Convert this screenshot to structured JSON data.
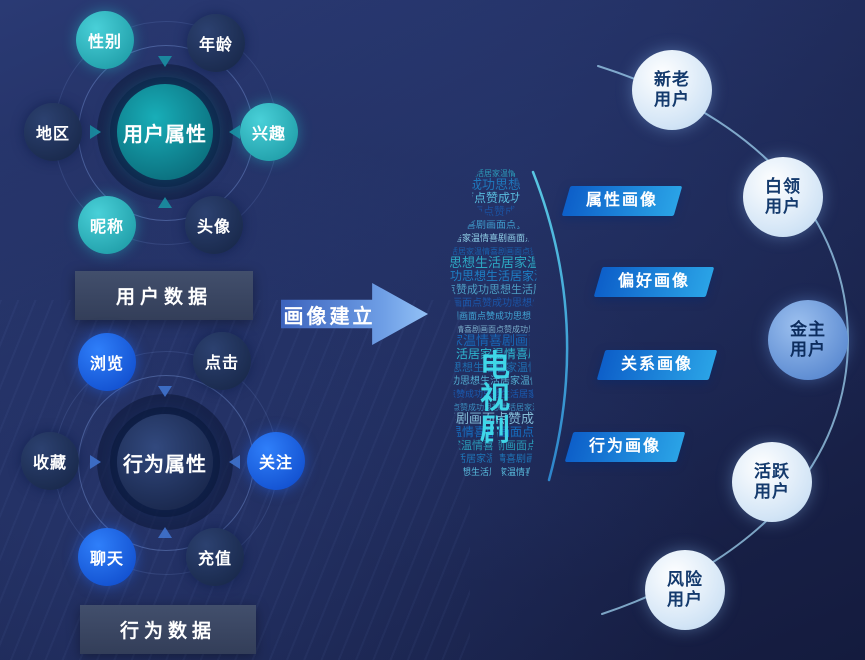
{
  "user_hub": {
    "center_label": "用户属性",
    "data_box_label": "用户数据",
    "satellites": [
      {
        "label": "性别"
      },
      {
        "label": "年龄"
      },
      {
        "label": "地区"
      },
      {
        "label": "兴趣"
      },
      {
        "label": "昵称"
      },
      {
        "label": "头像"
      }
    ]
  },
  "behavior_hub": {
    "center_label": "行为属性",
    "data_box_label": "行为数据",
    "satellites": [
      {
        "label": "浏览"
      },
      {
        "label": "点击"
      },
      {
        "label": "收藏"
      },
      {
        "label": "关注"
      },
      {
        "label": "聊天"
      },
      {
        "label": "充值"
      }
    ]
  },
  "arrow": {
    "label": "画像建立"
  },
  "wordcloud": {
    "feature_word": "电视剧",
    "words": [
      "成功",
      "思想",
      "生活",
      "居家",
      "温情",
      "喜剧",
      "画面",
      "点赞"
    ]
  },
  "profile_tags": [
    {
      "label": "属性画像"
    },
    {
      "label": "偏好画像"
    },
    {
      "label": "关系画像"
    },
    {
      "label": "行为画像"
    }
  ],
  "user_segments": [
    {
      "line1": "新老",
      "line2": "用户"
    },
    {
      "line1": "白领",
      "line2": "用户"
    },
    {
      "line1": "金主",
      "line2": "用户"
    },
    {
      "line1": "活跃",
      "line2": "用户"
    },
    {
      "line1": "风险",
      "line2": "用户"
    }
  ],
  "colors": {
    "background": "#1e2956",
    "teal": "#23b3bd",
    "navy_circle": "#1c2f58",
    "bright_blue": "#1b63ee",
    "tag_gradient_start": "#0d5fc9",
    "tag_gradient_end": "#2aa3e6",
    "segment_light": "#d6e7f7",
    "segment_blue": "#4a7cc9",
    "arrow_blue": "#6f9fe6"
  }
}
